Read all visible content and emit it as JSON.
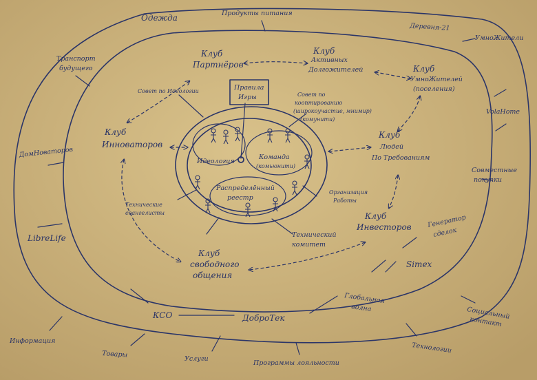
{
  "outer_ring": {
    "odezhda": "Одежда",
    "produkty": "Продукты питания",
    "derevnya": "Деревня-21",
    "umnozhiteli": "УмноЖители",
    "transport": [
      "Транспорт",
      "будущего"
    ],
    "dom_novatorov": "ДомНоваторов",
    "volahome": "VolaHome",
    "sovmestnye": [
      "Совместные",
      "покупки"
    ],
    "librelife": "LibreLife",
    "generator": [
      "Генератор",
      "сделок"
    ],
    "simex": "Simex",
    "globalnaya": [
      "Глобальная",
      "волна"
    ],
    "kso": "КСО",
    "dobrotek": "ДоброТек",
    "socialny": [
      "Социальный",
      "контакт"
    ]
  },
  "outside": {
    "informaciya": "Информация",
    "tovary": "Товары",
    "uslugi": "Услуги",
    "programmy": "Программы лояльности",
    "tekhnologii": "Технологии"
  },
  "middle_ring": {
    "klub_partnerov": [
      "Клуб",
      "Партнёров"
    ],
    "klub_aktivnyh": [
      "Клуб",
      "Активных",
      "Долгожителей"
    ],
    "klub_umnozhiteley": [
      "Клуб",
      "УмноЖителей",
      "(поселения)"
    ],
    "sovet_ideologii": "Совет по Идеологии",
    "pravila_igry": [
      "Правила",
      "Игры"
    ],
    "sovet_koopt": [
      "Совет по",
      "кооптированию",
      "(широкоучастие, мнимир)",
      "(комунити)"
    ],
    "klub_innovatorov": [
      "Клуб",
      "Инноваторов"
    ],
    "klub_lyudey": [
      "Клуб",
      "Людей",
      "По Требованиям"
    ],
    "tekhnicheskie": [
      "Технические",
      "евангелисты"
    ],
    "organizaciya": [
      "Организация",
      "Работы"
    ],
    "klub_investorov": [
      "Клуб",
      "Инвесторов"
    ],
    "tekh_komitet": [
      "Технический",
      "комитет"
    ],
    "klub_svobodnogo": [
      "Клуб",
      "свободного",
      "общения"
    ]
  },
  "core": {
    "ideologiya": "Идеология",
    "komanda": [
      "Команда",
      "(комьюнити)"
    ],
    "reestr": [
      "Распределённый",
      "реестр"
    ]
  }
}
